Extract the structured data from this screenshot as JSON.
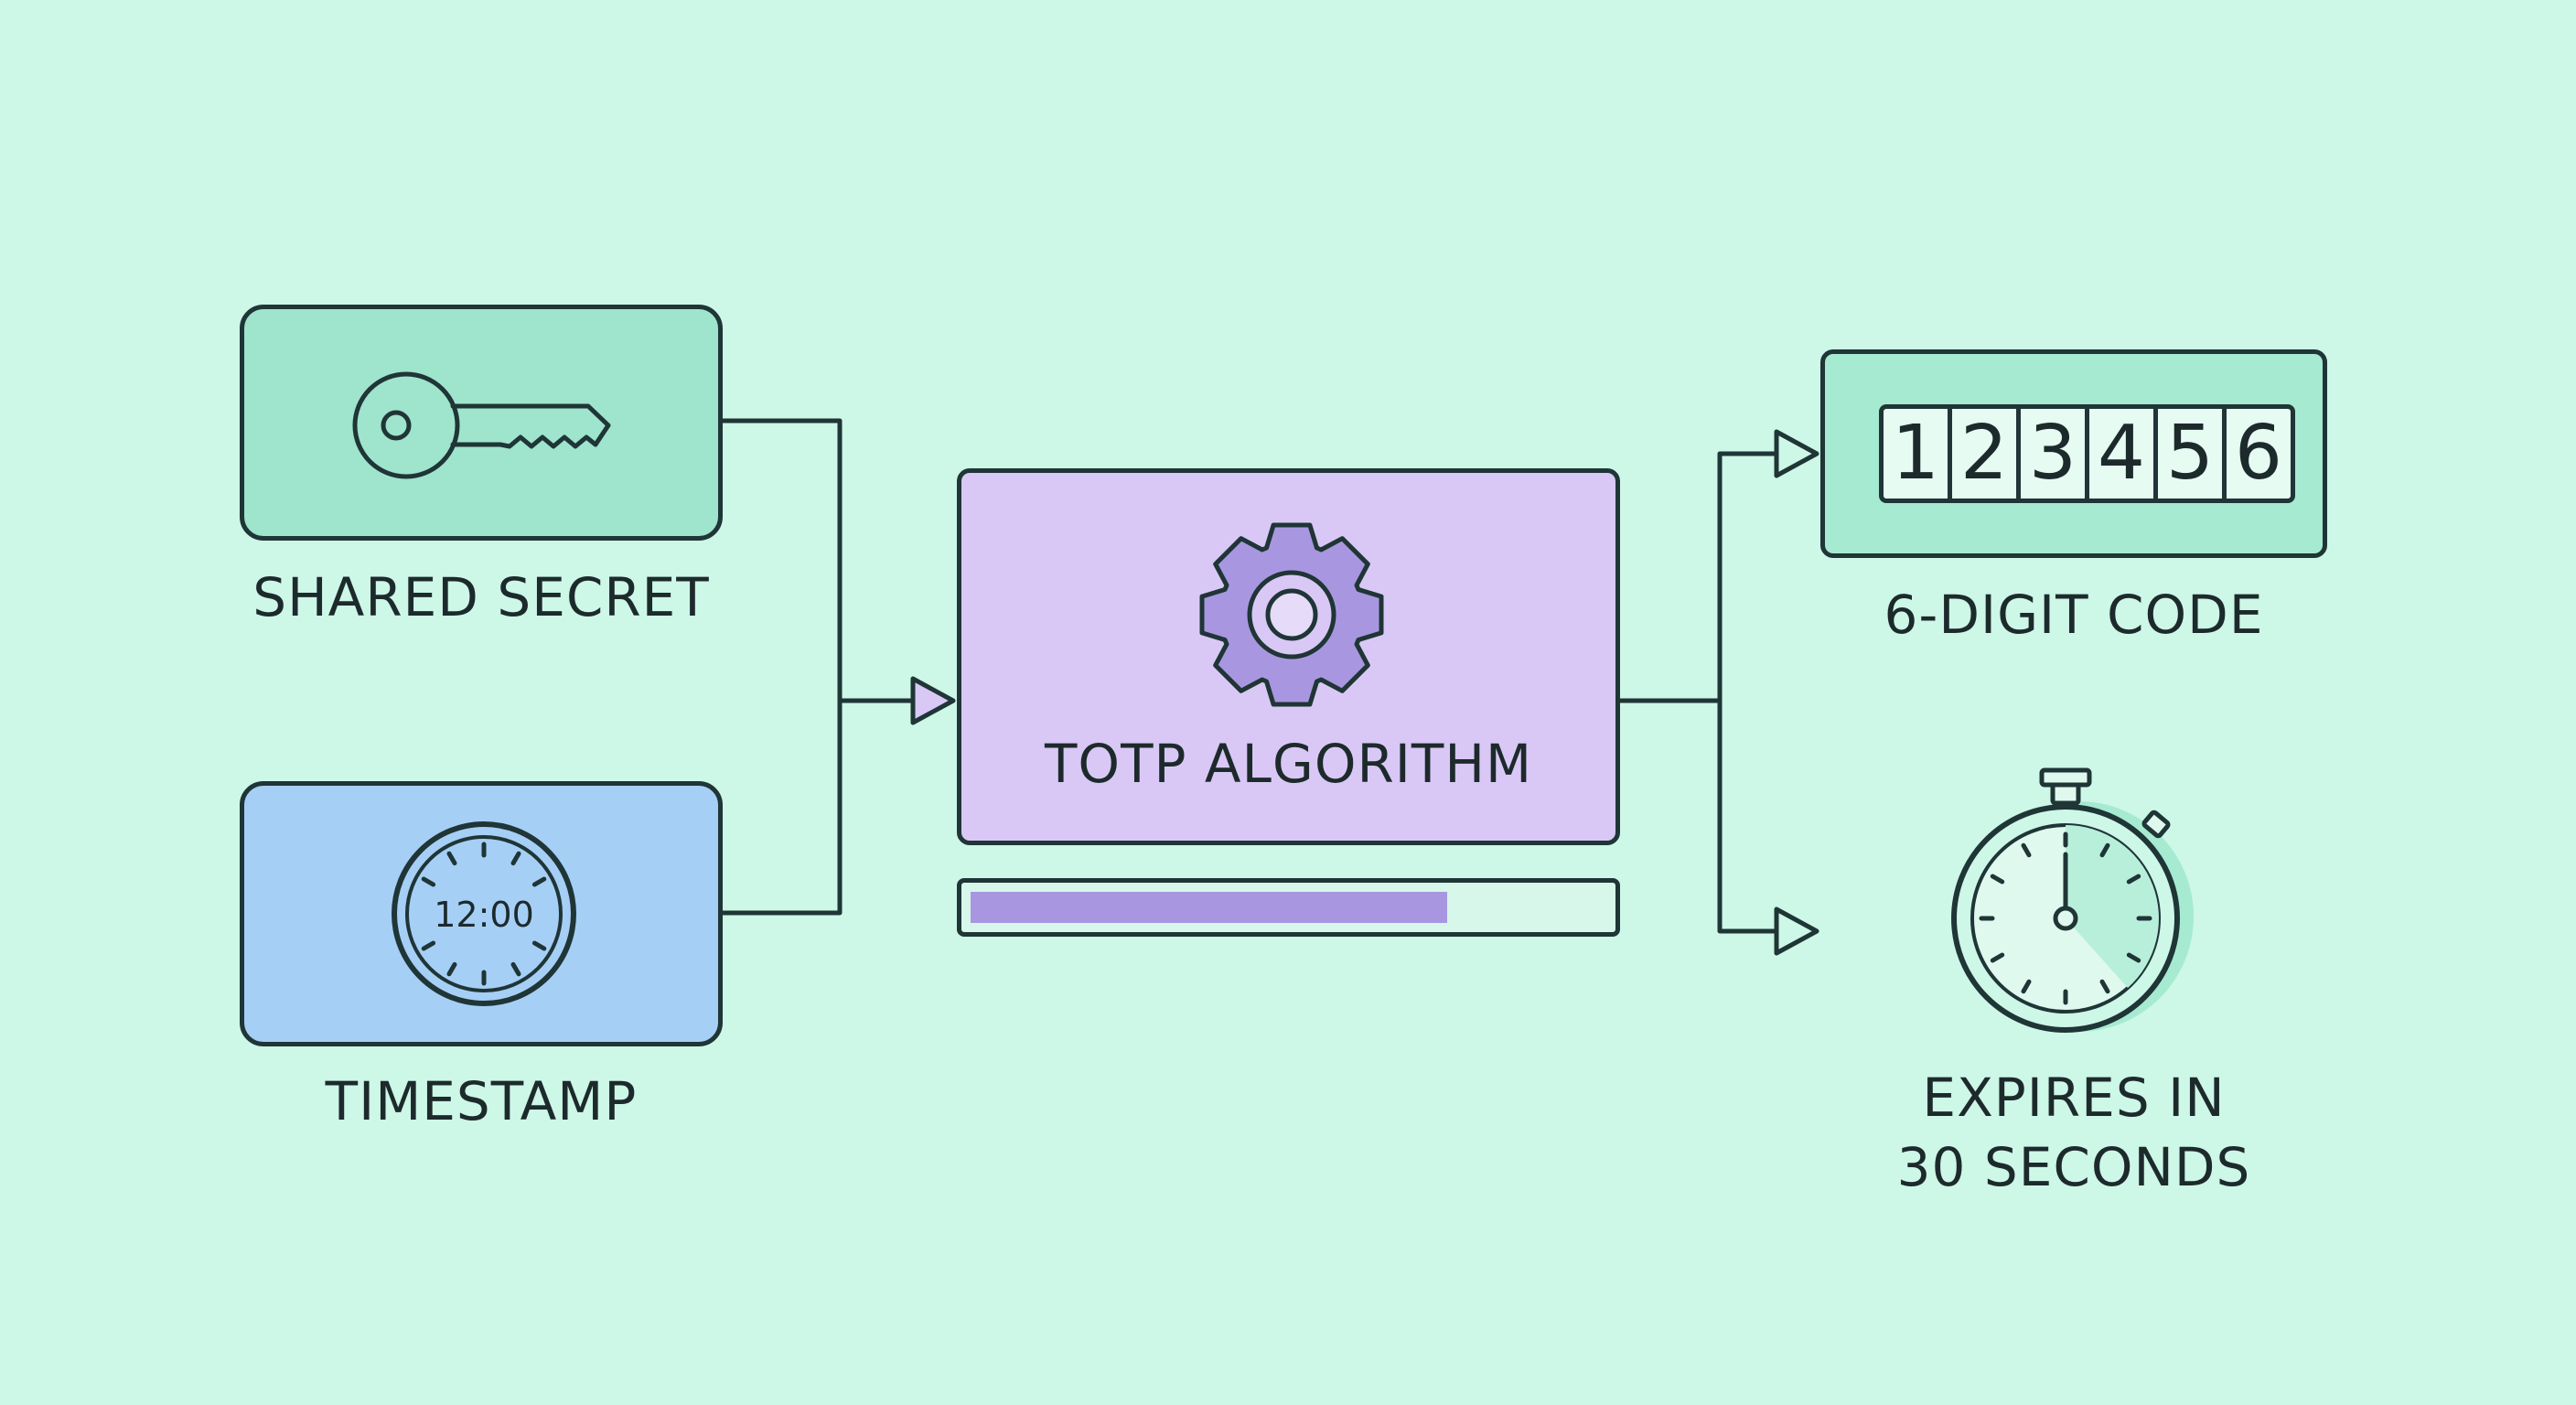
{
  "nodes": {
    "shared_secret": {
      "label": "SHARED SECRET",
      "icon": "key-icon"
    },
    "timestamp": {
      "label": "TIMESTAMP",
      "icon": "clock-icon",
      "clock_text": "12:00"
    },
    "algorithm": {
      "label": "TOTP ALGORITHM",
      "icon": "gear-icon",
      "progress": 0.75
    },
    "code": {
      "label": "6-DIGIT CODE",
      "digits": [
        "1",
        "2",
        "3",
        "4",
        "5",
        "6"
      ]
    },
    "expiry": {
      "label_line1": "EXPIRES IN",
      "label_line2": "30 SECONDS",
      "icon": "stopwatch-icon"
    }
  },
  "edges": [
    {
      "from": "shared_secret",
      "to": "algorithm"
    },
    {
      "from": "timestamp",
      "to": "algorithm"
    },
    {
      "from": "algorithm",
      "to": "code"
    },
    {
      "from": "algorithm",
      "to": "expiry"
    }
  ],
  "colors": {
    "background": "#cdf7e7",
    "secret": "#9fe4cd",
    "timestamp": "#a6cff6",
    "algorithm": "#d9c8f5",
    "code": "#a6ead2",
    "progress": "#a897e0",
    "stroke": "#1f3536"
  }
}
